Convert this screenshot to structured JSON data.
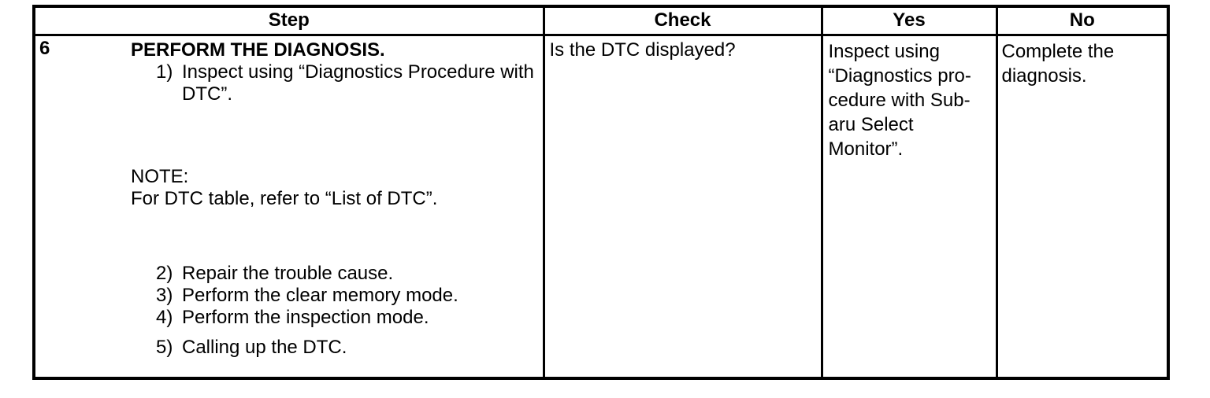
{
  "colors": {
    "border": "#000000",
    "text": "#000000",
    "background": "#ffffff"
  },
  "table": {
    "headers": {
      "step": "Step",
      "check": "Check",
      "yes": "Yes",
      "no": "No"
    },
    "row": {
      "step_number": "6",
      "title": "PERFORM THE DIAGNOSIS.",
      "item1": {
        "num": "1)",
        "lines": [
          "Inspect using “Diagnostics Procedure with",
          "DTC”."
        ]
      },
      "note": {
        "label": "NOTE:",
        "text": "For DTC table, refer to “List of DTC”."
      },
      "items": [
        {
          "num": "2)",
          "text": "Repair the trouble cause."
        },
        {
          "num": "3)",
          "text": "Perform the clear memory mode."
        },
        {
          "num": "4)",
          "text": "Perform the inspection mode."
        },
        {
          "num": "5)",
          "text": "Calling up the DTC."
        }
      ],
      "check": "Is the DTC displayed?",
      "yes_lines": [
        "Inspect using",
        "“Diagnostics pro-",
        "cedure with Sub-",
        "aru Select",
        "Monitor”."
      ],
      "no_lines": [
        "Complete the",
        "diagnosis."
      ]
    }
  }
}
